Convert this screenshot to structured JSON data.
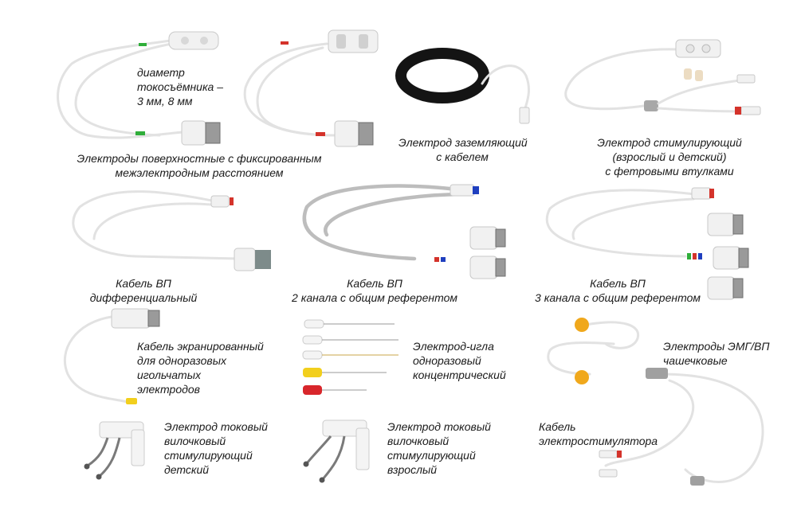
{
  "labels": {
    "electrode_diameter": [
      "диаметр",
      "токосъёмника –",
      "3 мм, 8 мм"
    ],
    "surface_electrodes": [
      "Электроды поверхностные с фиксированным",
      "межэлектродным расстоянием"
    ],
    "ground_electrode": [
      "Электрод заземляющий",
      "с  кабелем"
    ],
    "stim_electrode_felt": [
      "Электрод стимулирующий",
      "(взрослый и детский)",
      "с фетровыми втулками"
    ],
    "ep_cable_diff": [
      "Кабель ВП",
      "дифференциальный"
    ],
    "ep_cable_2ch": [
      "Кабель ВП",
      "2 канала с общим референтом"
    ],
    "ep_cable_3ch": [
      "Кабель ВП",
      "3 канала с общим референтом"
    ],
    "shielded_cable": [
      "Кабель экранированный",
      "для одноразовых",
      "игольчатых",
      "электродов"
    ],
    "needle_electrode": [
      "Электрод-игла",
      "одноразовый",
      "концентрический"
    ],
    "cup_electrodes": [
      "Электроды ЭМГ/ВП",
      "чашечковые"
    ],
    "fork_stim_child": [
      "Электрод токовый",
      "вилочковый",
      "стимулирующий",
      "детский"
    ],
    "fork_stim_adult": [
      "Электрод токовый",
      "вилочковый",
      "стимулирующий",
      "взрослый"
    ],
    "stimulator_cable": [
      "Кабель",
      "электростимулятора"
    ]
  },
  "colors": {
    "background": "#ffffff",
    "cable": "#e2e2e2",
    "marker_green": "#2fae3a",
    "marker_red": "#d4332b",
    "marker_blue": "#1f3fbf",
    "needle_yellow": "#f2cf1d",
    "needle_red": "#d8262b",
    "cup_yellow": "#f0a81c",
    "strap_black": "#141414"
  }
}
